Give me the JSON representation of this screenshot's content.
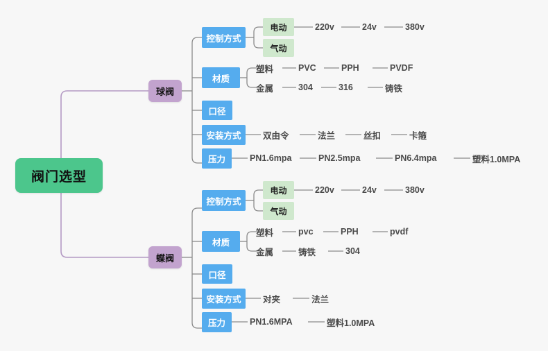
{
  "meta": {
    "background": "#f7f7f7",
    "colors": {
      "root": "#4cc68c",
      "level1": "#c2a3ce",
      "level2": "#55acee",
      "level3_box": "#cfe8cd",
      "connector_root": "#b49ac4",
      "connector_branch": "#8a8a8a",
      "leaf_text": "#4a4a4a"
    }
  },
  "mindmap": {
    "root": {
      "label": "阀门选型"
    },
    "branches": [
      {
        "label": "球阀",
        "children": [
          {
            "label": "控制方式",
            "boxed_children": [
              {
                "label": "电动",
                "leaves": [
                  "220v",
                  "24v",
                  "380v"
                ]
              },
              {
                "label": "气动",
                "leaves": []
              }
            ]
          },
          {
            "label": "材质",
            "rows": [
              {
                "label": "塑料",
                "leaves": [
                  "PVC",
                  "PPH",
                  "PVDF"
                ]
              },
              {
                "label": "金属",
                "leaves": [
                  "304",
                  "316",
                  "铸铁"
                ]
              }
            ]
          },
          {
            "label": "口径",
            "leaves": []
          },
          {
            "label": "安装方式",
            "leaves": [
              "双由令",
              "法兰",
              "丝扣",
              "卡箍"
            ]
          },
          {
            "label": "压力",
            "leaves": [
              "PN1.6mpa",
              "PN2.5mpa",
              "PN6.4mpa",
              "塑料1.0MPA"
            ]
          }
        ]
      },
      {
        "label": "蝶阀",
        "children": [
          {
            "label": "控制方式",
            "boxed_children": [
              {
                "label": "电动",
                "leaves": [
                  "220v",
                  "24v",
                  "380v"
                ]
              },
              {
                "label": "气动",
                "leaves": []
              }
            ]
          },
          {
            "label": "材质",
            "rows": [
              {
                "label": "塑料",
                "leaves": [
                  "pvc",
                  "PPH",
                  "pvdf"
                ]
              },
              {
                "label": "金属",
                "leaves": [
                  "铸铁",
                  "304"
                ]
              }
            ]
          },
          {
            "label": "口径",
            "leaves": []
          },
          {
            "label": "安装方式",
            "leaves": [
              "对夹",
              "法兰"
            ]
          },
          {
            "label": "压力",
            "leaves": [
              "PN1.6MPA",
              "塑料1.0MPA"
            ]
          }
        ]
      }
    ]
  }
}
